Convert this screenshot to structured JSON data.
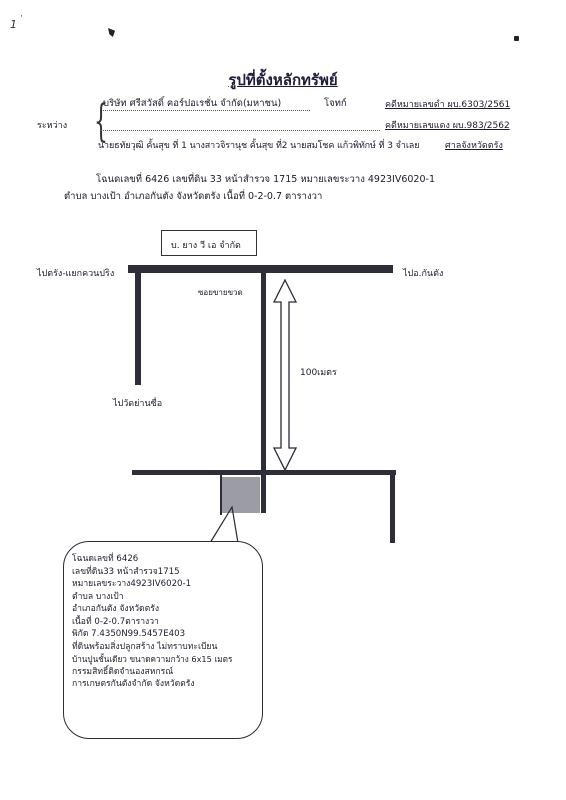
{
  "page_marks": {
    "corner": "1"
  },
  "title": "รูปที่ตั้งหลักทรัพย์",
  "parties": {
    "between_label": "ระหว่าง",
    "plaintiff": "บริษัท ศรีสวัสดิ์ คอร์ปอเรชั่น จำกัด(มหาชน)",
    "plaintiff_role": "โจทก์",
    "black_case": "คดีหมายเลขดำ ผบ.6303/2561",
    "red_case": "คดีหมายเลขแดง ผบ.983/2562",
    "defendants": "นายธทัยวุฒิ คั้นสุข ที่ 1 นางสาวจิรานุช คั้นสุข ที่2 นายสมโชค แก้วพิทักษ์ ที่ 3 จำเลย",
    "court": "ศาลจังหวัดตรัง"
  },
  "deed": {
    "line1": "โฉนดเลขที่  6426  เลขที่ดิน 33 หน้าสำรวจ 1715  หมายเลขระวาง 4923IV6020-1",
    "line2": "ตำบล บางเป้า อำเภอกันตัง จังหวัดตรัง   เนื้อที่ 0-2-0.7 ตารางวา"
  },
  "map": {
    "company_box": "บ. ยาง วี เอ จำกัด",
    "road_left": "ไปตรัง-แยกควนปริง",
    "road_right": "ไปอ.กันตัง",
    "soi_label": "ซอยขายขวด",
    "distance": "100เมตร",
    "road_down_left": "ไปวัดย่านซื่อ"
  },
  "info": {
    "lines": [
      "โฉนดเลขที่   6426",
      "เลขที่ดิน33 หน้าสำรวจ1715",
      "หมายเลขระวาง4923IV6020-1",
      "ตำบล บางเป้า",
      "อำเภอกันตัง จังหวัดตรัง",
      "เนื้อที่ 0-2-0.7ตารางวา",
      "พิกัด 7.4350N99.5457E403",
      "ที่ดินพร้อมสิ่งปลูกสร้าง ไม่ทราบทะเบียน",
      "บ้านปูนชั้นเดียว ขนาดความกว้าง 6x15 เมตร",
      "กรรมสิทธิ์ติดจำนองสหกรณ์",
      "การเกษตรกันตังจำกัด จังหวัดตรัง"
    ]
  },
  "colors": {
    "ink": "#1e1e3c",
    "road": "#2e2e3a",
    "parcel": "#9c9ca4"
  }
}
